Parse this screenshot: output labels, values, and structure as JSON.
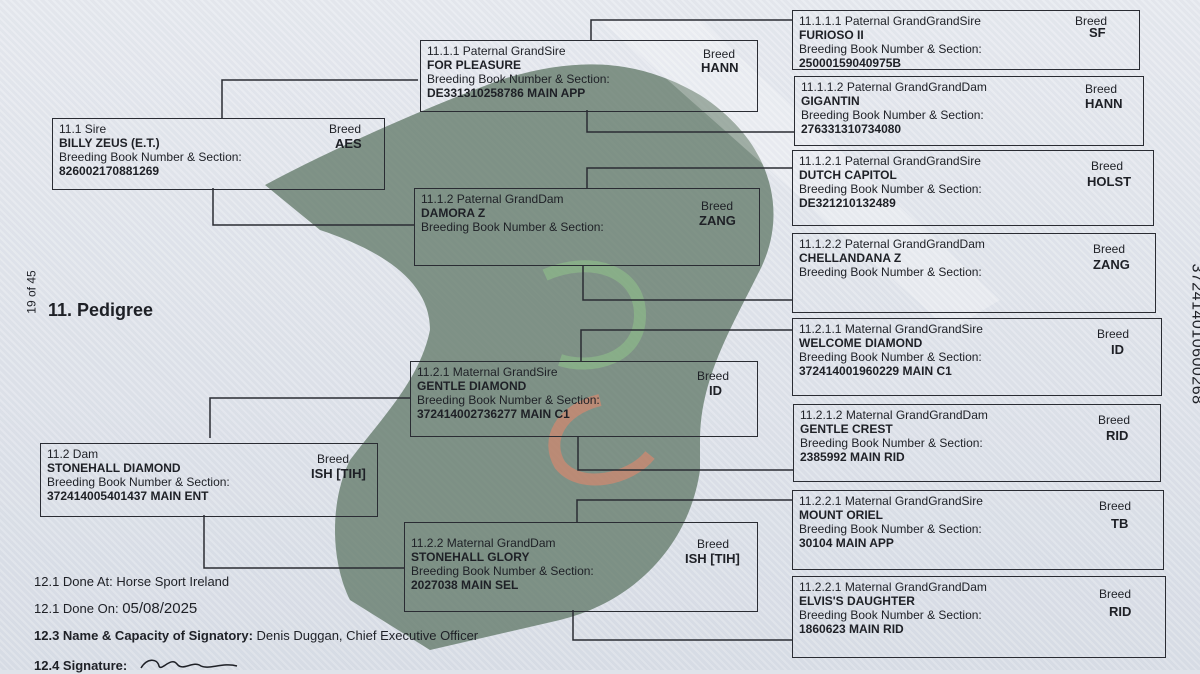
{
  "section_title": "11. Pedigree",
  "page_indicator": "19 of 45",
  "side_id": "372414010600268",
  "breed_label": "Breed",
  "bbn_label": "Breeding Book Number & Section:",
  "sire": {
    "code": "11.1 Sire",
    "name": "BILLY ZEUS (E.T.)",
    "breed": "AES",
    "bbn": "826002170881269"
  },
  "dam": {
    "code": "11.2 Dam",
    "name": "STONEHALL DIAMOND",
    "breed": "ISH [TIH]",
    "bbn": "372414005401437 MAIN ENT"
  },
  "pgs": {
    "code": "11.1.1 Paternal GrandSire",
    "name": "FOR PLEASURE",
    "breed": "HANN",
    "bbn": "DE331310258786 MAIN APP"
  },
  "pgd": {
    "code": "11.1.2 Paternal GrandDam",
    "name": "DAMORA Z",
    "breed": "ZANG",
    "bbn": ""
  },
  "mgs": {
    "code": "11.2.1 Maternal GrandSire",
    "name": "GENTLE DIAMOND",
    "breed": "ID",
    "bbn": "372414002736277 MAIN C1"
  },
  "mgd": {
    "code": "11.2.2 Maternal GrandDam",
    "name": "STONEHALL GLORY",
    "breed": "ISH [TIH]",
    "bbn": "2027038 MAIN SEL"
  },
  "g1": {
    "code": "11.1.1.1 Paternal GrandGrandSire",
    "name": "FURIOSO II",
    "breed": "SF",
    "bbn": "25000159040975B"
  },
  "g2": {
    "code": "11.1.1.2 Paternal GrandGrandDam",
    "name": "GIGANTIN",
    "breed": "HANN",
    "bbn": "276331310734080"
  },
  "g3": {
    "code": "11.1.2.1 Paternal GrandGrandSire",
    "name": "DUTCH CAPITOL",
    "breed": "HOLST",
    "bbn": "DE321210132489"
  },
  "g4": {
    "code": "11.1.2.2 Paternal GrandGrandDam",
    "name": "CHELLANDANA Z",
    "breed": "ZANG",
    "bbn": ""
  },
  "g5": {
    "code": "11.2.1.1 Maternal GrandGrandSire",
    "name": "WELCOME DIAMOND",
    "breed": "ID",
    "bbn": "372414001960229 MAIN C1"
  },
  "g6": {
    "code": "11.2.1.2 Maternal GrandGrandDam",
    "name": "GENTLE CREST",
    "breed": "RID",
    "bbn": "2385992 MAIN RID"
  },
  "g7": {
    "code": "11.2.2.1 Maternal GrandGrandSire",
    "name": "MOUNT ORIEL",
    "breed": "TB",
    "bbn": "30104 MAIN APP"
  },
  "g8": {
    "code": "11.2.2.1 Maternal GrandGrandDam",
    "name": "ELVIS'S DAUGHTER",
    "breed": "RID",
    "bbn": "1860623 MAIN RID"
  },
  "footer": {
    "done_at_label": "12.1 Done At:",
    "done_at": "Horse Sport Ireland",
    "done_on_label": "12.1 Done On:",
    "done_on": "05/08/2025",
    "signatory_label": "12.3 Name & Capacity of Signatory:",
    "signatory": "Denis Duggan, Chief Executive Officer",
    "signature_label": "12.4 Signature:"
  },
  "colors": {
    "watermark_green": "#5d7564",
    "horseshoe_green": "#8fc58a",
    "horseshoe_orange": "#e2876a",
    "border": "#2a2c33"
  }
}
